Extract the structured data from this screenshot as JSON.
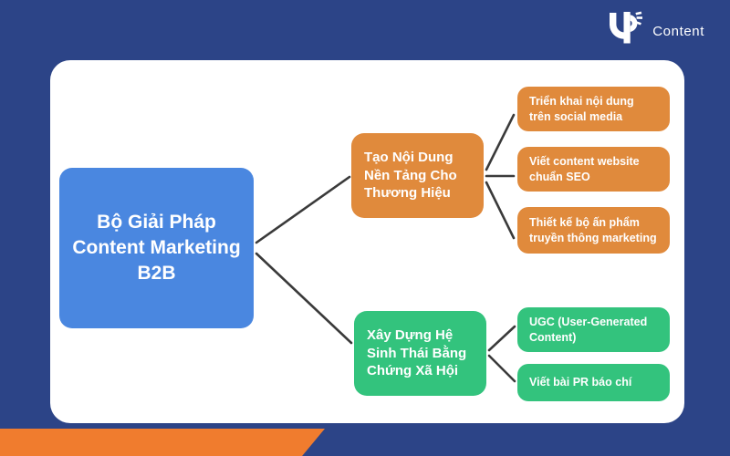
{
  "brand": {
    "logo_icon": "jp-monogram-icon",
    "logo_text": "Content"
  },
  "colors": {
    "background": "#2c4487",
    "card": "#ffffff",
    "root": "#4a87e0",
    "branch_orange": "#e08a3c",
    "branch_green": "#33c37d",
    "accent_band": "#f07c2e",
    "connector": "#3a3a3a"
  },
  "chart_data": {
    "type": "diagram",
    "title": "Bộ Giải Pháp Content Marketing B2B",
    "root": {
      "label": "Bộ Giải Pháp Content Marketing B2B",
      "color": "#4a87e0"
    },
    "branches": [
      {
        "label": "Tạo Nội Dung Nền Tảng Cho Thương Hiệu",
        "color": "#e08a3c",
        "children": [
          "Triển khai nội dung trên social media",
          "Viết content website chuẩn SEO",
          "Thiết kế bộ ấn phẩm truyền thông marketing"
        ]
      },
      {
        "label": "Xây Dựng Hệ Sinh Thái Bằng Chứng Xã Hội",
        "color": "#33c37d",
        "children": [
          "UGC (User-Generated Content)",
          "Viết bài PR báo chí"
        ]
      }
    ]
  },
  "nodes": {
    "root": "Bộ Giải Pháp Content Marketing B2B",
    "branch_1": "Tạo Nội Dung Nền Tảng Cho Thương Hiệu",
    "branch_2": "Xây Dựng Hệ Sinh Thái Bằng Chứng Xã Hội",
    "leaf_1_1": "Triển khai nội dung trên social media",
    "leaf_1_2": "Viết content website chuẩn SEO",
    "leaf_1_3": "Thiết kế bộ ấn phẩm truyền thông marketing",
    "leaf_2_1": "UGC (User-Generated Content)",
    "leaf_2_2": "Viết bài PR báo chí"
  }
}
